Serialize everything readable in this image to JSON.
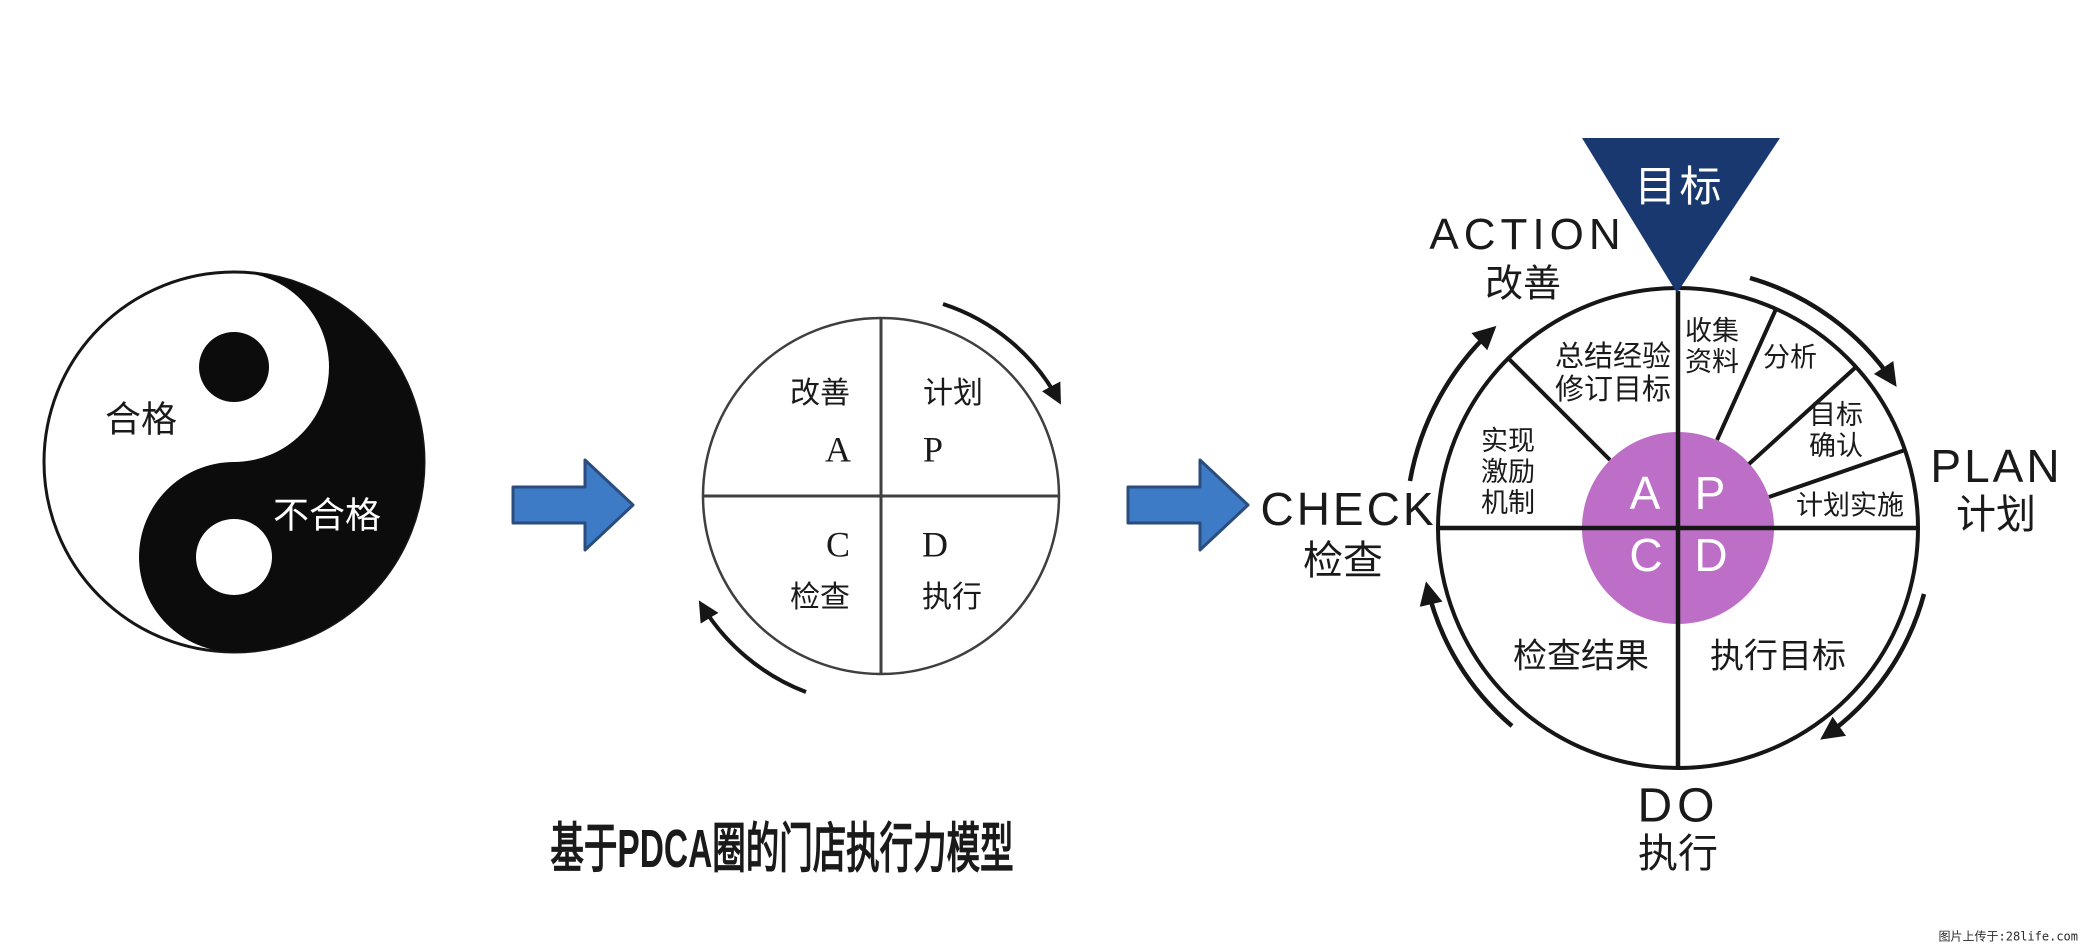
{
  "colors": {
    "flow_arrow_blue": "#3e7bc7",
    "flow_arrow_outline": "#2a4d7e",
    "goal_triangle_navy": "#19386f",
    "hub_purple": "#bd6ec6",
    "ink_black": "#161616"
  },
  "yin_yang": {
    "qualified_label": "合格",
    "not_qualified_label": "不合格"
  },
  "simple_pdca": {
    "improve_label": "改善",
    "improve_letter": "A",
    "plan_label": "计划",
    "plan_letter": "P",
    "check_letter": "C",
    "check_label": "检查",
    "do_letter": "D",
    "do_label": "执行"
  },
  "wheel": {
    "goal_label": "目标",
    "letters": {
      "a": "A",
      "p": "P",
      "c": "C",
      "d": "D"
    },
    "outer_labels": {
      "action_en": "ACTION",
      "action_zh": "改善",
      "plan_en": "PLAN",
      "plan_zh": "计划",
      "check_en": "CHECK",
      "check_zh": "检查",
      "do_en": "DO",
      "do_zh": "执行"
    },
    "segments": {
      "summarize": "总结经验\n修订目标",
      "collect": "收集\n资料",
      "analyze": "分析",
      "confirm": "目标\n确认",
      "implement": "计划实施",
      "incentive": "实现\n激励\n机制",
      "check_result": "检查结果",
      "execute_goal": "执行目标"
    }
  },
  "caption": "基于PDCA圈的门店执行力模型",
  "watermark": "图片上传于:28life.com"
}
